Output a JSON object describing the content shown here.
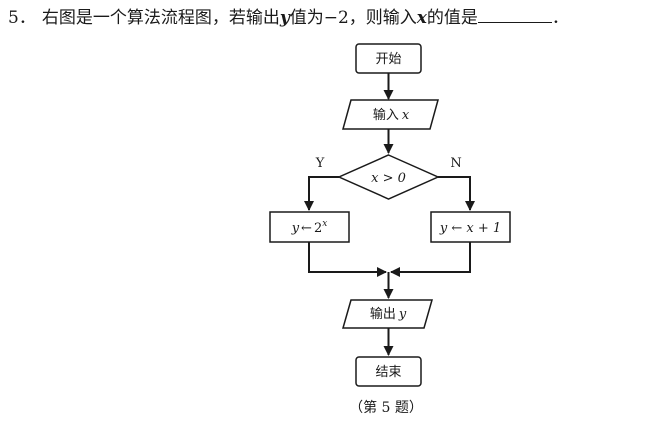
{
  "question": {
    "number": "5．",
    "part1": "右图是一个算法流程图，若输出",
    "var_y": "y",
    "part2": "值为",
    "value": "−2",
    "part3": "，则输入",
    "var_x": "x",
    "part4": "的值是",
    "tail": "．"
  },
  "flowchart": {
    "start": "开始",
    "input_prefix": "输入",
    "input_var": "x",
    "condition": "x > 0",
    "yes_label": "Y",
    "no_label": "N",
    "yes_branch_lhs": "y",
    "yes_branch_arrow": "←",
    "yes_branch_base": "2",
    "yes_branch_exp": "x",
    "no_branch": "y ← x + 1",
    "output_prefix": "输出",
    "output_var": "y",
    "end": "结束"
  },
  "caption": "（第 5 题）"
}
